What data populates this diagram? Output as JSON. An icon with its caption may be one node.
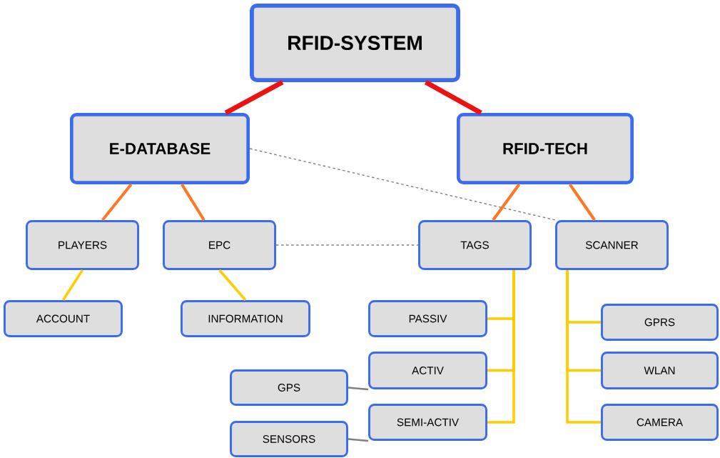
{
  "diagram": {
    "nodes": [
      {
        "text": [
          "RFID-SYSTEM"
        ]
      },
      {
        "text": [
          "E-DATABASE"
        ]
      },
      {
        "text": [
          "RFID-TECH"
        ]
      },
      {
        "text": [
          "PLAYERS"
        ]
      },
      {
        "text": [
          "EPC"
        ]
      },
      {
        "text": [
          "TAGS"
        ]
      },
      {
        "text": [
          "SCANNER"
        ]
      },
      {
        "text": [
          "ACCOUNT"
        ]
      },
      {
        "text": [
          "INFORMATION"
        ]
      },
      {
        "text": [
          "PASSIV"
        ]
      },
      {
        "text": [
          "ACTIV"
        ]
      },
      {
        "text": [
          "SEMI-ACTIV"
        ]
      },
      {
        "text": [
          "GPS"
        ]
      },
      {
        "text": [
          "SENSORS"
        ]
      },
      {
        "text": [
          "GPRS"
        ]
      },
      {
        "text": [
          "WLAN"
        ]
      },
      {
        "text": [
          "CAMERA"
        ]
      }
    ],
    "edges": [
      {
        "from": 0,
        "to": 1,
        "arrow": "none",
        "style": "thick",
        "color": "#ee1111"
      },
      {
        "from": 0,
        "to": 2,
        "arrow": "none",
        "style": "thick",
        "color": "#ee1111"
      },
      {
        "from": 1,
        "to": 3,
        "arrow": "none",
        "color": "#ff7722"
      },
      {
        "from": 1,
        "to": 4,
        "arrow": "none",
        "color": "#ff7722"
      },
      {
        "from": 2,
        "to": 5,
        "arrow": "none",
        "color": "#ff7722"
      },
      {
        "from": 2,
        "to": 6,
        "arrow": "none",
        "color": "#ff7722"
      },
      {
        "from": 1,
        "to": 6,
        "arrow": "none",
        "style": "dashed",
        "color": "#808080"
      },
      {
        "from": 4,
        "to": 5,
        "arrow": "none",
        "style": "dashed",
        "color": "#808080"
      },
      {
        "from": 3,
        "to": 7,
        "arrow": "none",
        "color": "#ffcc00"
      },
      {
        "from": 4,
        "to": 8,
        "arrow": "none",
        "color": "#ffcc00"
      },
      {
        "from": 5,
        "to": 9,
        "arrow": "none",
        "color": "#ffcc00"
      },
      {
        "from": 5,
        "to": 10,
        "arrow": "none",
        "color": "#ffcc00"
      },
      {
        "from": 5,
        "to": 11,
        "arrow": "none",
        "color": "#ffcc00"
      },
      {
        "from": 6,
        "to": 14,
        "arrow": "none",
        "color": "#ffcc00"
      },
      {
        "from": 6,
        "to": 15,
        "arrow": "none",
        "color": "#ffcc00"
      },
      {
        "from": 6,
        "to": 16,
        "arrow": "none",
        "color": "#ffcc00"
      },
      {
        "from": 12,
        "to": 10,
        "arrow": "none",
        "color": "#808080"
      },
      {
        "from": 13,
        "to": 11,
        "arrow": "none",
        "color": "#808080"
      }
    ]
  }
}
